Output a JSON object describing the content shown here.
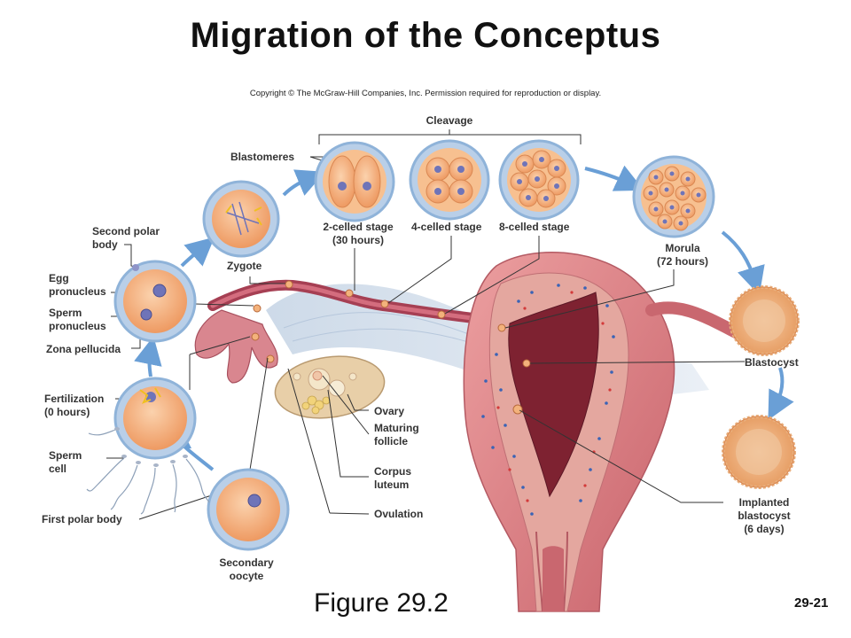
{
  "title": "Migration of the Conceptus",
  "copyright": "Copyright © The McGraw-Hill Companies, Inc. Permission required for reproduction or display.",
  "figure_caption": "Figure 29.2",
  "page_number": "29-21",
  "labels": {
    "cleavage": "Cleavage",
    "blastomeres": "Blastomeres",
    "two_cell": [
      "2-celled stage",
      "(30 hours)"
    ],
    "four_cell": "4-celled stage",
    "eight_cell": "8-celled stage",
    "morula": [
      "Morula",
      "(72 hours)"
    ],
    "zygote": "Zygote",
    "second_polar_body": [
      "Second polar",
      "body"
    ],
    "egg_pronucleus": [
      "Egg",
      "pronucleus"
    ],
    "sperm_pronucleus": [
      "Sperm",
      "pronucleus"
    ],
    "zona_pellucida": "Zona pellucida",
    "fertilization": [
      "Fertilization",
      "(0 hours)"
    ],
    "sperm_cell": [
      "Sperm",
      "cell"
    ],
    "first_polar_body": "First polar body",
    "secondary_oocyte": [
      "Secondary",
      "oocyte"
    ],
    "ovary": "Ovary",
    "maturing_follicle": [
      "Maturing",
      "follicle"
    ],
    "corpus_luteum": [
      "Corpus",
      "luteum"
    ],
    "ovulation": "Ovulation",
    "blastocyst": "Blastocyst",
    "implanted_blastocyst": [
      "Implanted",
      "blastocyst",
      "(6 days)"
    ]
  },
  "colors": {
    "cell_fill": "#f3a56e",
    "cell_ring": "#8fb3d9",
    "nucleus": "#6f74b8",
    "arrow": "#6a9fd6",
    "uterus": "#d9797e",
    "tube": "#b94a5a"
  }
}
